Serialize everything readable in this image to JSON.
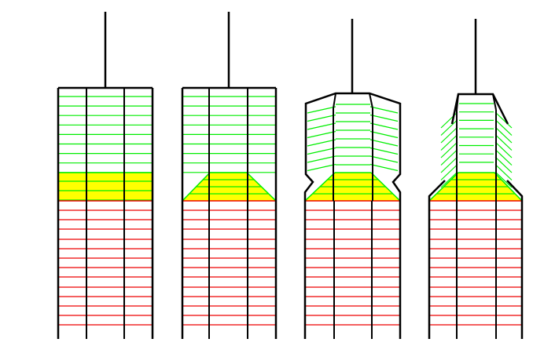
{
  "colors": {
    "background": "#ffffff",
    "outline": "#000000",
    "upper_layers": "#00ee00",
    "middle_fill": "#ffff00",
    "middle_layers": "#00ee00",
    "lower_layers": "#ee0000"
  },
  "stages": [
    {
      "name": "stage-1-initial",
      "middle_shape": "flat",
      "upper_shape": "straight"
    },
    {
      "name": "stage-2-wedges",
      "middle_shape": "trapezoid",
      "upper_shape": "straight"
    },
    {
      "name": "stage-3-bulge",
      "middle_shape": "trapezoid",
      "upper_shape": "bulged"
    },
    {
      "name": "stage-4-splay",
      "middle_shape": "trapezoid",
      "upper_shape": "splayed"
    }
  ]
}
